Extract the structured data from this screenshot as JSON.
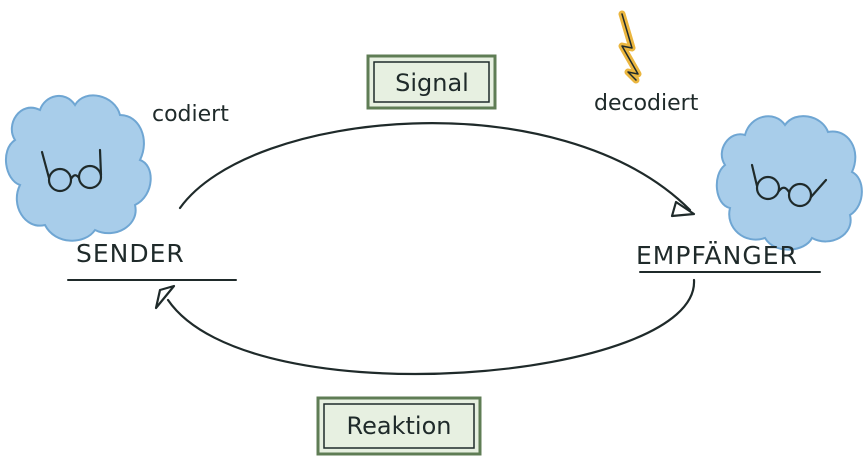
{
  "diagram": {
    "box_top_label": "Signal",
    "box_bottom_label": "Reaktion",
    "sender_label": "SENDER",
    "receiver_label": "EMPFÄNGER",
    "encode_label": "codiert",
    "decode_label": "decodiert",
    "icons": {
      "sender": "person-with-glasses-icon",
      "receiver": "person-with-glasses-icon",
      "noise": "lightning-bolt-icon"
    },
    "colors": {
      "ink": "#1f2a2a",
      "cloud": "#a8cdea",
      "cloud_edge": "#6fa6d3",
      "box_fill": "#e7f0e1",
      "box_edge": "#5f7d55",
      "bolt": "#e7a91d"
    }
  }
}
